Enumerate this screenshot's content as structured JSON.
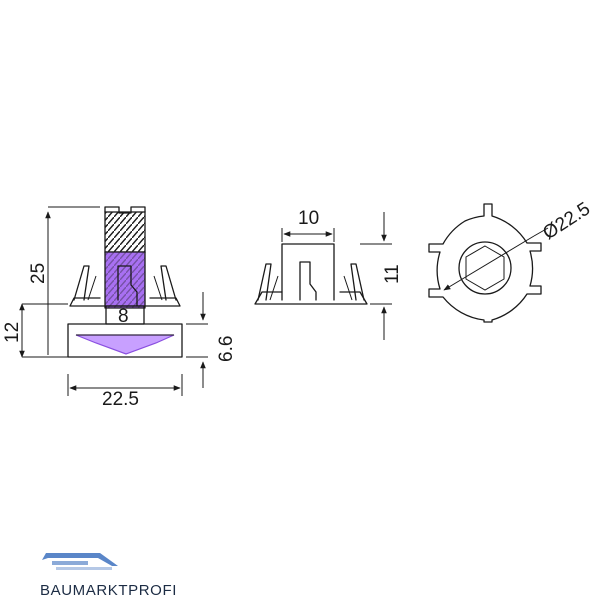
{
  "dimensions": {
    "side_height": "25",
    "side_head_height": "12",
    "side_bore": "8",
    "side_flange_thickness": "6.6",
    "side_width": "22.5",
    "section_width": "10",
    "section_height": "11",
    "top_diameter": "Ø22.5"
  },
  "brand": {
    "name": "BAUMARKTPROFI"
  },
  "colors": {
    "highlight": "#9c5cf0",
    "line": "#1a1a1a",
    "brand_blue": "#5a86c8",
    "brand_text": "#1c2c44"
  }
}
